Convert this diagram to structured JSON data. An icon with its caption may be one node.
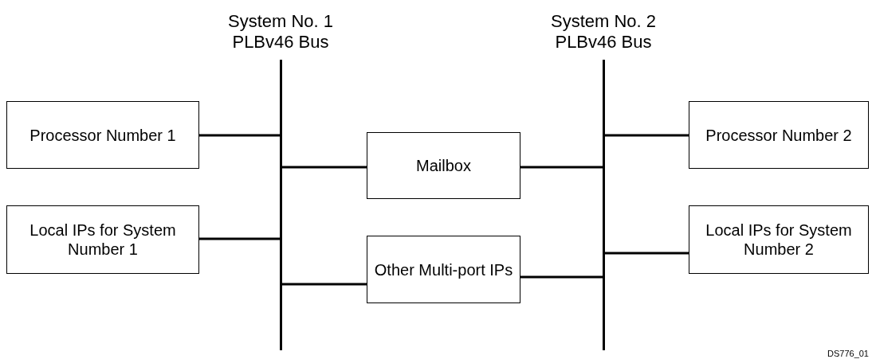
{
  "diagram": {
    "nodes": [
      {
        "text": [
          "System No. 1 PLBv46 Bus"
        ]
      },
      {
        "text": [
          "System No. 2 PLBv46 Bus"
        ]
      },
      {
        "text": [
          "Processor Number 1"
        ]
      },
      {
        "text": [
          "Processor Number 2"
        ]
      },
      {
        "text": [
          "Mailbox"
        ]
      },
      {
        "text": [
          "Local IPs for System Number 1"
        ]
      },
      {
        "text": [
          "Local IPs for System Number 2"
        ]
      },
      {
        "text": [
          "Other Multi-port IPs"
        ]
      }
    ],
    "edges": [
      {
        "from": 2,
        "to": 0,
        "arrow": "none"
      },
      {
        "from": 5,
        "to": 0,
        "arrow": "none"
      },
      {
        "from": 0,
        "to": 4,
        "arrow": "none"
      },
      {
        "from": 0,
        "to": 7,
        "arrow": "none"
      },
      {
        "from": 4,
        "to": 1,
        "arrow": "none"
      },
      {
        "from": 7,
        "to": 1,
        "arrow": "none"
      },
      {
        "from": 1,
        "to": 3,
        "arrow": "none"
      },
      {
        "from": 1,
        "to": 6,
        "arrow": "none"
      }
    ],
    "labels": [
      "DS776_01"
    ]
  }
}
